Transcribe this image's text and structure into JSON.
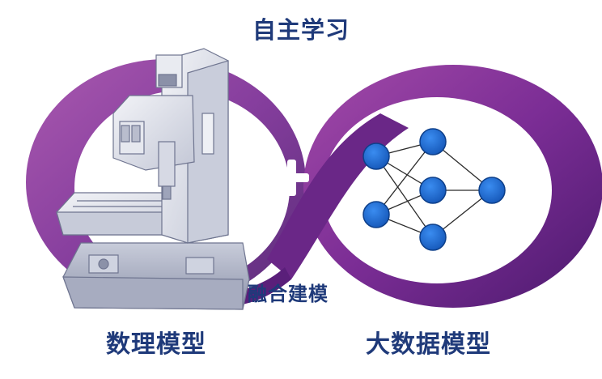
{
  "labels": {
    "top": "自主学习",
    "fusion": "融合建模",
    "left_model": "数理模型",
    "right_model": "大数据模型"
  },
  "icons": {
    "plus": "plus-icon",
    "machine": "cnc-machine-icon",
    "network": "neural-network-icon",
    "loop": "infinity-loop-icon"
  },
  "colors": {
    "loop_dark": "#5a1f7a",
    "loop_mid": "#7b2d95",
    "loop_light": "#a24aa8",
    "node": "#1e6fd9",
    "node_stroke": "#0d3f8a",
    "text": "#1f3a7a",
    "machine": "#d9dce6",
    "machine_shadow": "#9aa0b8"
  }
}
